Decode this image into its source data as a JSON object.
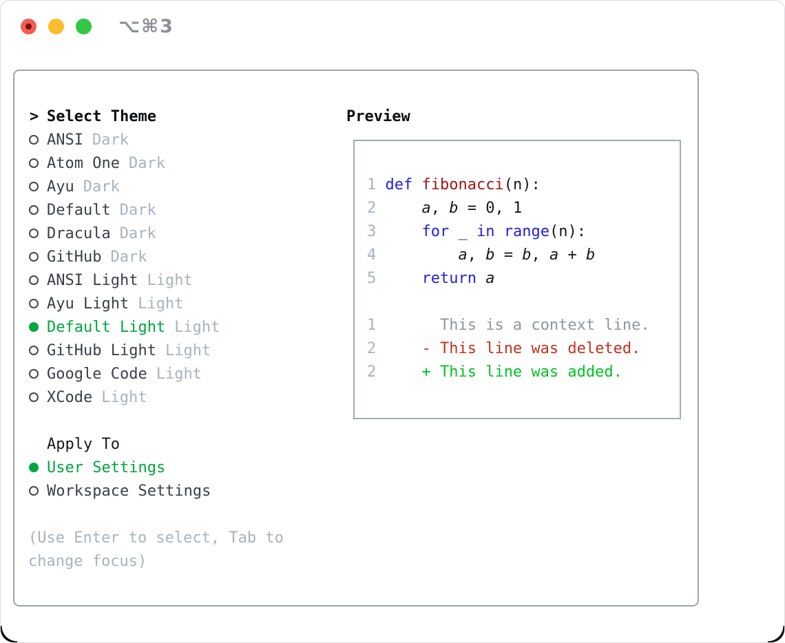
{
  "window": {
    "title_shortcut": "⌥⌘3"
  },
  "theme_panel": {
    "header_marker": ">",
    "header": "Select Theme",
    "themes": [
      {
        "name": "ANSI",
        "tag": "Dark",
        "selected": false
      },
      {
        "name": "Atom One",
        "tag": "Dark",
        "selected": false
      },
      {
        "name": "Ayu",
        "tag": "Dark",
        "selected": false
      },
      {
        "name": "Default",
        "tag": "Dark",
        "selected": false
      },
      {
        "name": "Dracula",
        "tag": "Dark",
        "selected": false
      },
      {
        "name": "GitHub",
        "tag": "Dark",
        "selected": false
      },
      {
        "name": "ANSI Light",
        "tag": "Light",
        "selected": false
      },
      {
        "name": "Ayu Light",
        "tag": "Light",
        "selected": false
      },
      {
        "name": "Default Light",
        "tag": "Light",
        "selected": true
      },
      {
        "name": "GitHub Light",
        "tag": "Light",
        "selected": false
      },
      {
        "name": "Google Code",
        "tag": "Light",
        "selected": false
      },
      {
        "name": "XCode",
        "tag": "Light",
        "selected": false
      }
    ],
    "apply_to": {
      "header": "Apply To",
      "options": [
        {
          "label": "User Settings",
          "selected": true
        },
        {
          "label": "Workspace Settings",
          "selected": false
        }
      ]
    },
    "hint_lines": [
      "(Use Enter to select, Tab to",
      "change focus)"
    ]
  },
  "preview": {
    "header": "Preview",
    "code_lines": [
      {
        "num": "1",
        "segments": [
          {
            "t": "def",
            "c": "kw"
          },
          {
            "t": " ",
            "c": "pl"
          },
          {
            "t": "fibonacci",
            "c": "fn"
          },
          {
            "t": "(n):",
            "c": "pl"
          }
        ]
      },
      {
        "num": "2",
        "segments": [
          {
            "t": "    ",
            "c": "pl"
          },
          {
            "t": "a",
            "c": "var"
          },
          {
            "t": ", ",
            "c": "pl"
          },
          {
            "t": "b",
            "c": "var"
          },
          {
            "t": " = 0, 1",
            "c": "pl"
          }
        ]
      },
      {
        "num": "3",
        "segments": [
          {
            "t": "    ",
            "c": "pl"
          },
          {
            "t": "for",
            "c": "kw"
          },
          {
            "t": " _ ",
            "c": "pl"
          },
          {
            "t": "in",
            "c": "kw"
          },
          {
            "t": " ",
            "c": "pl"
          },
          {
            "t": "range",
            "c": "kw"
          },
          {
            "t": "(n):",
            "c": "pl"
          }
        ]
      },
      {
        "num": "4",
        "segments": [
          {
            "t": "        ",
            "c": "pl"
          },
          {
            "t": "a",
            "c": "var"
          },
          {
            "t": ", ",
            "c": "pl"
          },
          {
            "t": "b",
            "c": "var"
          },
          {
            "t": " = ",
            "c": "pl"
          },
          {
            "t": "b",
            "c": "var"
          },
          {
            "t": ", ",
            "c": "pl"
          },
          {
            "t": "a",
            "c": "var"
          },
          {
            "t": " + ",
            "c": "pl"
          },
          {
            "t": "b",
            "c": "var"
          }
        ]
      },
      {
        "num": "5",
        "segments": [
          {
            "t": "    ",
            "c": "pl"
          },
          {
            "t": "return",
            "c": "kw"
          },
          {
            "t": " ",
            "c": "pl"
          },
          {
            "t": "a",
            "c": "var"
          }
        ]
      }
    ],
    "diff_lines": [
      {
        "num": "1",
        "segments": [
          {
            "t": "      This is a context line.",
            "c": "ctx"
          }
        ]
      },
      {
        "num": "2",
        "segments": [
          {
            "t": "    ",
            "c": "pl"
          },
          {
            "t": "- This line was deleted.",
            "c": "del"
          }
        ]
      },
      {
        "num": "2",
        "segments": [
          {
            "t": "    ",
            "c": "pl"
          },
          {
            "t": "+ This line was added.",
            "c": "add"
          }
        ]
      }
    ]
  },
  "colors": {
    "accent_green": "#00a63e",
    "diff_add_green": "#00c223",
    "diff_del_red": "#c5301c",
    "keyword_blue": "#1f1fe0",
    "function_red": "#a31414",
    "item_text": "#3a3f46",
    "tag_gray": "#a9b2bc",
    "context_gray": "#8e959c",
    "line_number_gray": "#a9b2bc",
    "panel_border": "#9aa3ae",
    "traffic_red": "#f05e51",
    "traffic_yellow": "#f8bd31",
    "traffic_green": "#32c843"
  }
}
